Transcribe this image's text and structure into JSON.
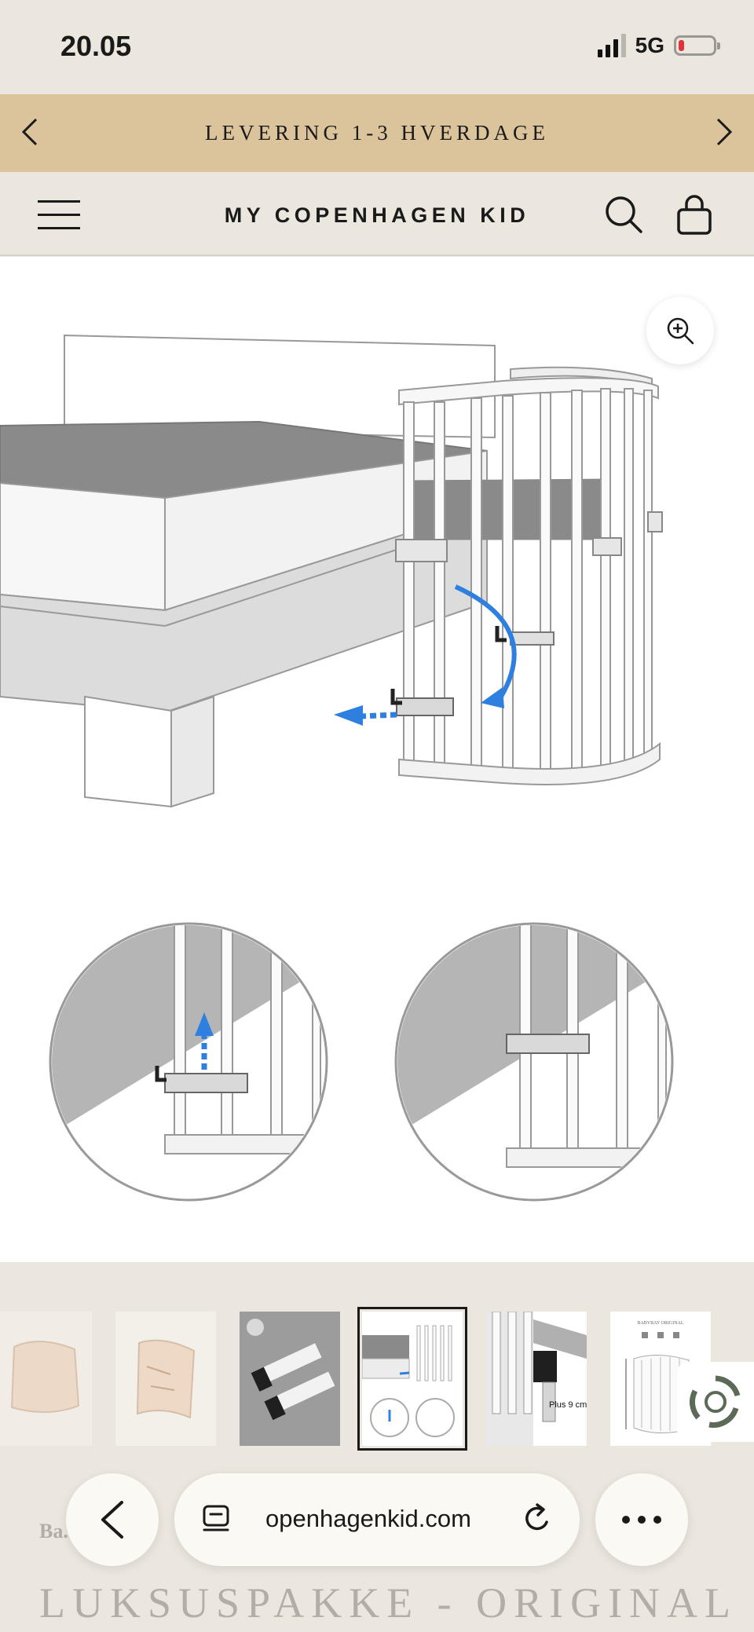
{
  "status_bar": {
    "time": "20.05",
    "network": "5G",
    "icons": [
      "signal-icon",
      "battery-icon"
    ]
  },
  "promo_bar": {
    "text": "LEVERING 1-3 HVERDAGE",
    "icons": [
      "chevron-left-icon",
      "chevron-right-icon"
    ]
  },
  "header": {
    "logo": "MY COPENHAGEN KID",
    "icons": [
      "menu-icon",
      "search-icon",
      "bag-icon"
    ]
  },
  "gallery": {
    "zoom_icon": "zoom-in-icon",
    "selected_index": 3,
    "thumbnails": [
      {
        "name": "fitted-sheet"
      },
      {
        "name": "bumper"
      },
      {
        "name": "mounting-brackets"
      },
      {
        "name": "assembly-diagram"
      },
      {
        "name": "height-adjust",
        "caption": "Plus 9 cm"
      },
      {
        "name": "dimensions",
        "caption": "BABYBAY ORIGINAL"
      }
    ]
  },
  "product": {
    "brand": "Ba...",
    "title": "LUKSUSPAKKE - ORIGINAL"
  },
  "browser": {
    "url": "openhagenkid.com",
    "icons": [
      "back-icon",
      "tabs-icon",
      "reload-icon",
      "more-icon",
      "loading-icon"
    ]
  },
  "colors": {
    "background": "#ebe7df",
    "promo": "#dbc49b",
    "battery_low": "#e0333d",
    "arrow_blue": "#2f7fe0"
  }
}
